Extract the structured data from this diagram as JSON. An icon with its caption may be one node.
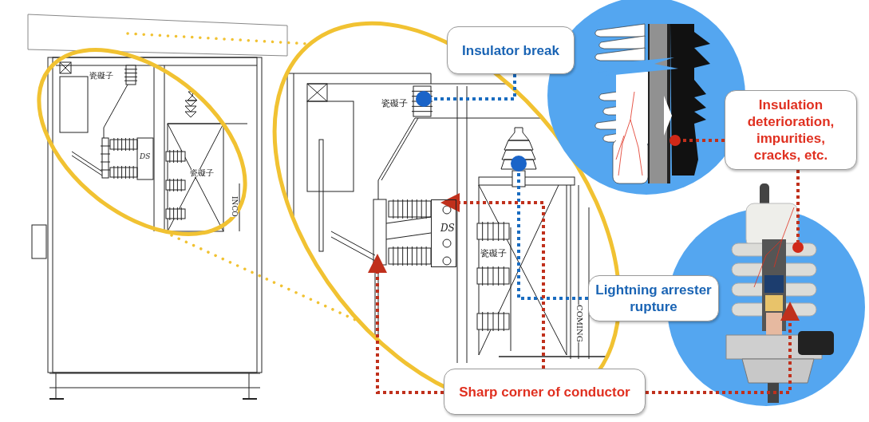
{
  "diagram": {
    "nodes": [
      {
        "text": [
          "Insulator break"
        ]
      },
      {
        "text": [
          "Insulation deterioration, impurities, cracks, etc."
        ]
      },
      {
        "text": [
          "Lightning arrester rupture"
        ]
      },
      {
        "text": [
          "Sharp corner of conductor"
        ]
      },
      {
        "text": [],
        "shape": "circle"
      },
      {
        "text": [],
        "shape": "circle"
      },
      {
        "text": [],
        "shape": "circle"
      },
      {
        "text": [],
        "shape": "circle"
      },
      {
        "text": [],
        "shape": "box"
      }
    ],
    "edges": [
      {
        "from": 0,
        "to": 4,
        "arrow": "none",
        "style": "dashed",
        "color": "#1a6cc0"
      },
      {
        "from": 2,
        "to": 5,
        "arrow": "none",
        "style": "dashed",
        "color": "#1a6cc0"
      },
      {
        "from": 1,
        "to": 6,
        "arrow": "none",
        "style": "dashed"
      },
      {
        "from": 1,
        "to": 7,
        "arrow": "none",
        "style": "dashed"
      },
      {
        "from": 3,
        "to": 8,
        "arrow": "to",
        "style": "dashed"
      },
      {
        "from": 3,
        "to": null,
        "arrow": "to",
        "style": "dashed"
      },
      {
        "from": 3,
        "to": null,
        "arrow": "to",
        "style": "dashed"
      }
    ],
    "labels": [
      "瓷礙子",
      "DS",
      "瓷礙子",
      "INCO",
      "瓷礙子",
      "DS",
      "瓷礙子",
      "COMING"
    ]
  }
}
